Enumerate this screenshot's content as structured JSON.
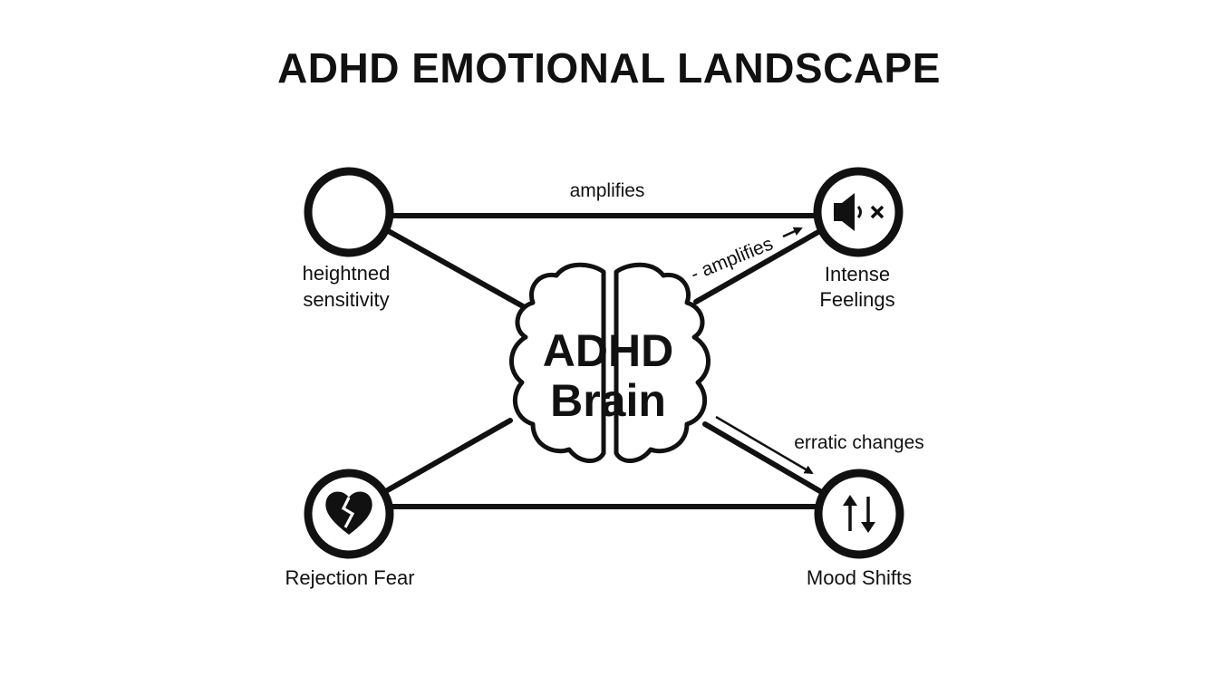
{
  "title": "ADHD EMOTIONAL LANDSCAPE",
  "center": {
    "line1": "ADHD",
    "line2": "Brain",
    "icon": "brain-outline"
  },
  "nodes": {
    "sensitivity": {
      "label_line1": "heightned",
      "label_line2": "sensitivity",
      "icon": "empty-circle"
    },
    "intense": {
      "label_line1": "Intense",
      "label_line2": "Feelings",
      "icon": "speaker-muted-icon"
    },
    "rejection": {
      "label": "Rejection Fear",
      "icon": "broken-heart-icon"
    },
    "mood": {
      "label": "Mood Shifts",
      "icon": "up-down-arrows-icon"
    }
  },
  "edges": {
    "top": "amplifies",
    "diagonal": "- amplifies",
    "mood": "erratic changes"
  },
  "colors": {
    "ink": "#111111",
    "background": "#ffffff"
  }
}
